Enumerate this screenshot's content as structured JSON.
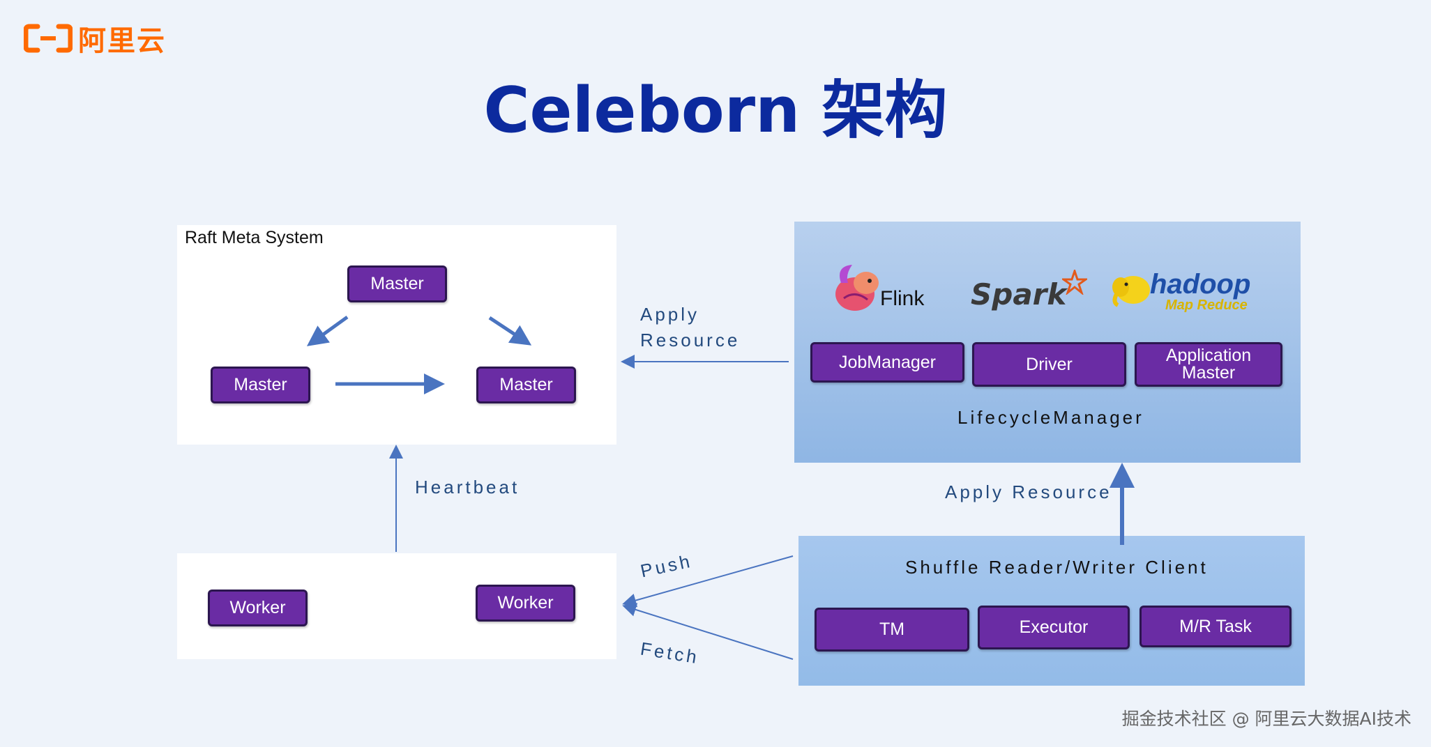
{
  "brand": {
    "logo_text": "阿里云",
    "color": "#ff6a00"
  },
  "title": "Celeborn 架构",
  "raft_panel": {
    "label": "Raft Meta System",
    "masters": [
      "Master",
      "Master",
      "Master"
    ]
  },
  "worker_panel": {
    "workers": [
      "Worker",
      "Worker"
    ]
  },
  "frameworks": [
    {
      "name": "Flink",
      "icon": "flink-squirrel-icon"
    },
    {
      "name": "Spark",
      "icon": "spark-star-icon"
    },
    {
      "name": "hadoop",
      "sub": "Map Reduce",
      "icon": "hadoop-elephant-icon"
    }
  ],
  "lifecycle_panel": {
    "nodes": [
      "JobManager",
      "Driver",
      "Application Master"
    ],
    "label": "LifecycleManager"
  },
  "client_panel": {
    "title": "Shuffle Reader/Writer Client",
    "nodes": [
      "TM",
      "Executor",
      "M/R Task"
    ]
  },
  "edge_labels": {
    "apply_resource_top": "Apply Resource",
    "heartbeat": "Heartbeat",
    "apply_resource_right": "Apply Resource",
    "push": "Push",
    "fetch": "Fetch"
  },
  "colors": {
    "title": "#0c2a9e",
    "node_fill": "#6a2ca4",
    "arrow": "#4a74c0"
  },
  "footer": "掘金技术社区 @ 阿里云大数据AI技术"
}
